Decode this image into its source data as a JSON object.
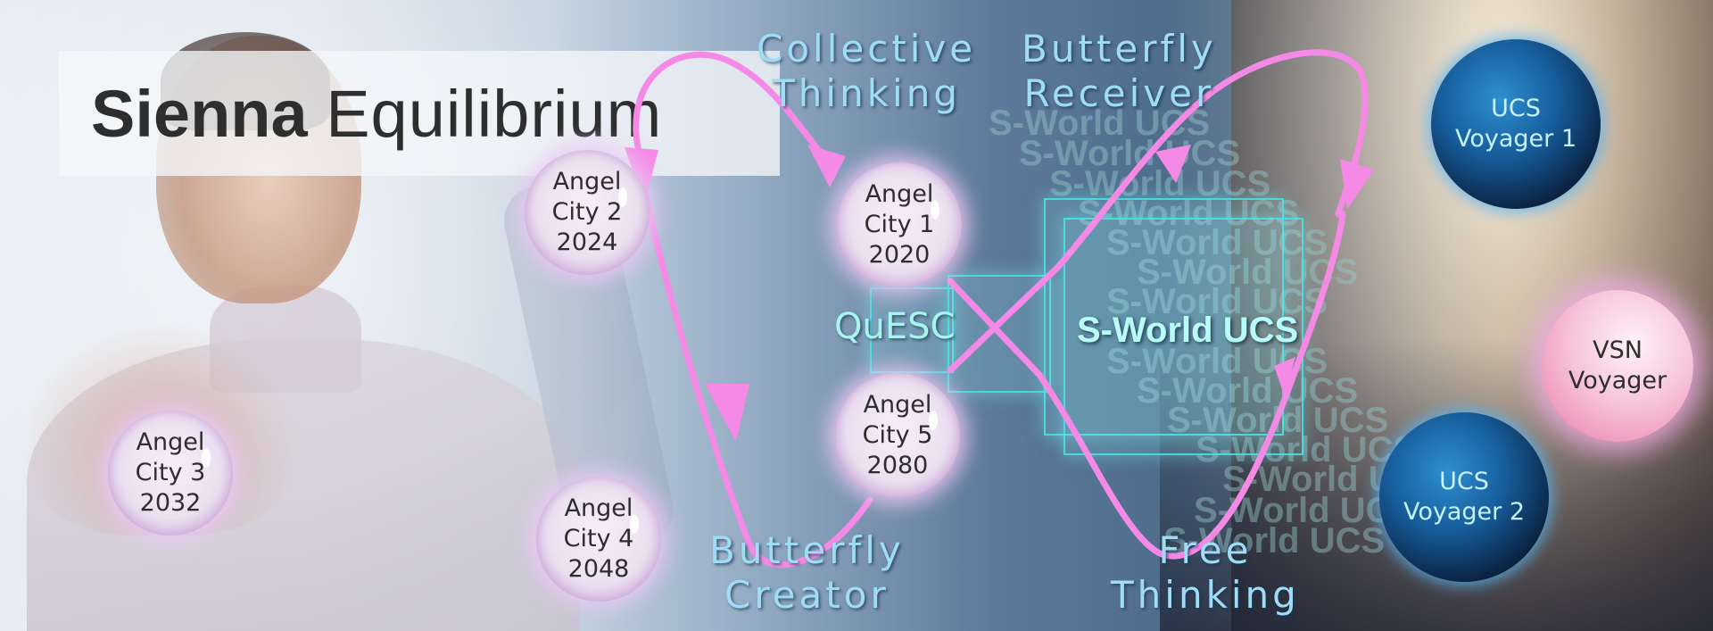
{
  "title": {
    "bold": "Sienna",
    "light": "Equilibrium"
  },
  "labels": {
    "collective_thinking": [
      "Collective",
      "Thinking"
    ],
    "butterfly_receiver": [
      "Butterfly",
      "Receiver"
    ],
    "butterfly_creator": [
      "Butterfly",
      "Creator"
    ],
    "free_thinking": [
      "Free",
      "Thinking"
    ]
  },
  "angel_cities": [
    {
      "name": "Angel",
      "city": "City 1",
      "year": "2020"
    },
    {
      "name": "Angel",
      "city": "City 2",
      "year": "2024"
    },
    {
      "name": "Angel",
      "city": "City 3",
      "year": "2032"
    },
    {
      "name": "Angel",
      "city": "City 4",
      "year": "2048"
    },
    {
      "name": "Angel",
      "city": "City 5",
      "year": "2080"
    }
  ],
  "center": {
    "quesc": "QuESC",
    "sworld": "S-World UCS",
    "sworld_echo_count": 14
  },
  "voyagers": {
    "ucs1": [
      "UCS",
      "Voyager 1"
    ],
    "ucs2": [
      "UCS",
      "Voyager 2"
    ],
    "vsn": [
      "VSN",
      "Voyager"
    ]
  },
  "colors": {
    "flow_arrow": "#f58ae6",
    "label_text": "#9fdcf6",
    "cube_outline": "#46e6e6",
    "sworld_text": "#b8fbf7"
  }
}
